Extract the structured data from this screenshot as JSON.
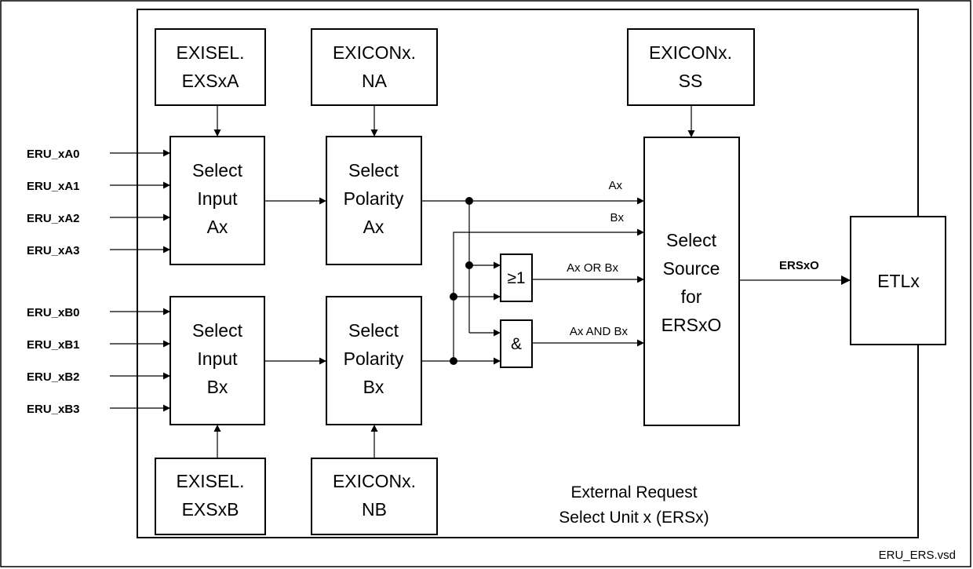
{
  "unit": {
    "title_line1": "External Request",
    "title_line2": "Select Unit x (ERSx)"
  },
  "control_registers": {
    "exsxa": {
      "line1": "EXISEL.",
      "line2": "EXSxA"
    },
    "na": {
      "line1": "EXICONx.",
      "line2": "NA"
    },
    "ss": {
      "line1": "EXICONx.",
      "line2": "SS"
    },
    "exsxb": {
      "line1": "EXISEL.",
      "line2": "EXSxB"
    },
    "nb": {
      "line1": "EXICONx.",
      "line2": "NB"
    }
  },
  "blocks": {
    "select_input_a": {
      "line1": "Select",
      "line2": "Input",
      "line3": "Ax"
    },
    "select_polarity_a": {
      "line1": "Select",
      "line2": "Polarity",
      "line3": "Ax"
    },
    "select_input_b": {
      "line1": "Select",
      "line2": "Input",
      "line3": "Bx"
    },
    "select_polarity_b": {
      "line1": "Select",
      "line2": "Polarity",
      "line3": "Bx"
    },
    "select_source": {
      "line1": "Select",
      "line2": "Source",
      "line3": "for",
      "line4": "ERSxO"
    },
    "etl": {
      "label": "ETLx"
    }
  },
  "gates": {
    "or_symbol": "≥1",
    "and_symbol": "&"
  },
  "inputs_a": [
    "ERU_xA0",
    "ERU_xA1",
    "ERU_xA2",
    "ERU_xA3"
  ],
  "inputs_b": [
    "ERU_xB0",
    "ERU_xB1",
    "ERU_xB2",
    "ERU_xB3"
  ],
  "signals": {
    "ax": "Ax",
    "bx": "Bx",
    "ax_or_bx": "Ax OR Bx",
    "ax_and_bx": "Ax AND Bx",
    "output": "ERSxO"
  },
  "file_name": "ERU_ERS.vsd"
}
